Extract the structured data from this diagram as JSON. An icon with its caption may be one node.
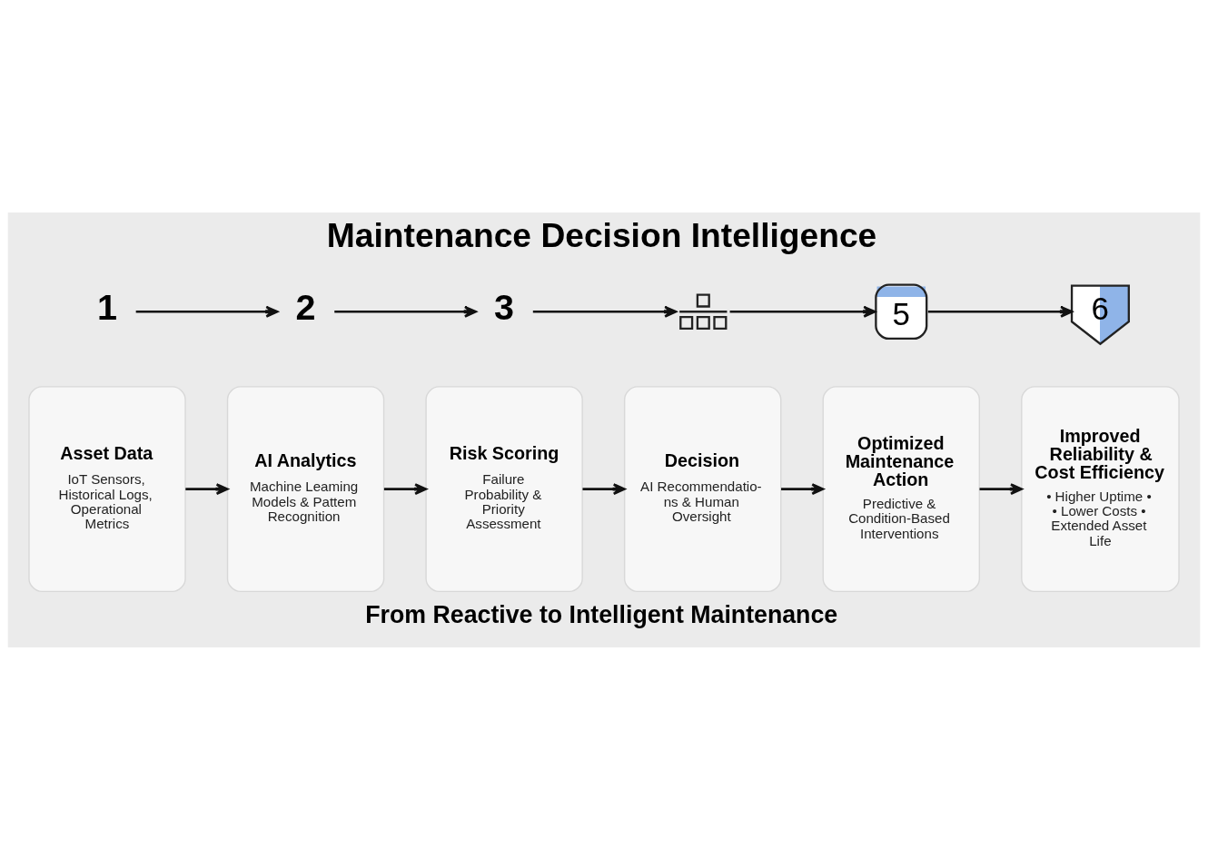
{
  "diagram": {
    "title": "Maintenance Decision Intelligence",
    "caption": "From Reactive to Intelligent Maintenance",
    "nodes": [
      {
        "text": [
          "1"
        ]
      },
      {
        "text": [
          "2"
        ]
      },
      {
        "text": [
          "3"
        ]
      },
      {
        "text": [],
        "shape": "picture"
      },
      {
        "text": [
          "5"
        ]
      },
      {
        "text": [
          "6"
        ]
      },
      {
        "text": [
          "Asset Data",
          "IoT Sensors, Historical Logs, Operational Metrics"
        ]
      },
      {
        "text": [
          "AI Analytics",
          "Machine Leaming Models & Pattem Recognition"
        ]
      },
      {
        "text": [
          "Risk Scoring",
          "Failure Probability & Priority Assessment"
        ]
      },
      {
        "text": [
          "Decision",
          "AI Recommendatio- ns & Human Oversight"
        ]
      },
      {
        "text": [
          "Optimized Maintenance Action",
          "Predictive & Condition-Based Interventions"
        ]
      },
      {
        "text": [
          "Improved Reliability & Cost Efficiency",
          "• Higher Uptime • • Lower Costs • Extended Asset Life"
        ]
      }
    ],
    "edges": [
      {
        "from": 0,
        "to": 1,
        "arrow": "to"
      },
      {
        "from": 1,
        "to": 2,
        "arrow": "to"
      },
      {
        "from": 2,
        "to": 3,
        "arrow": "to"
      },
      {
        "from": 3,
        "to": 4,
        "arrow": "to"
      },
      {
        "from": 4,
        "to": 5,
        "arrow": "to"
      },
      {
        "from": 6,
        "to": 7,
        "arrow": "to"
      },
      {
        "from": 7,
        "to": 8,
        "arrow": "to"
      },
      {
        "from": 8,
        "to": 9,
        "arrow": "to"
      },
      {
        "from": 9,
        "to": 10,
        "arrow": "to"
      },
      {
        "from": 10,
        "to": 11,
        "arrow": "to"
      }
    ]
  }
}
